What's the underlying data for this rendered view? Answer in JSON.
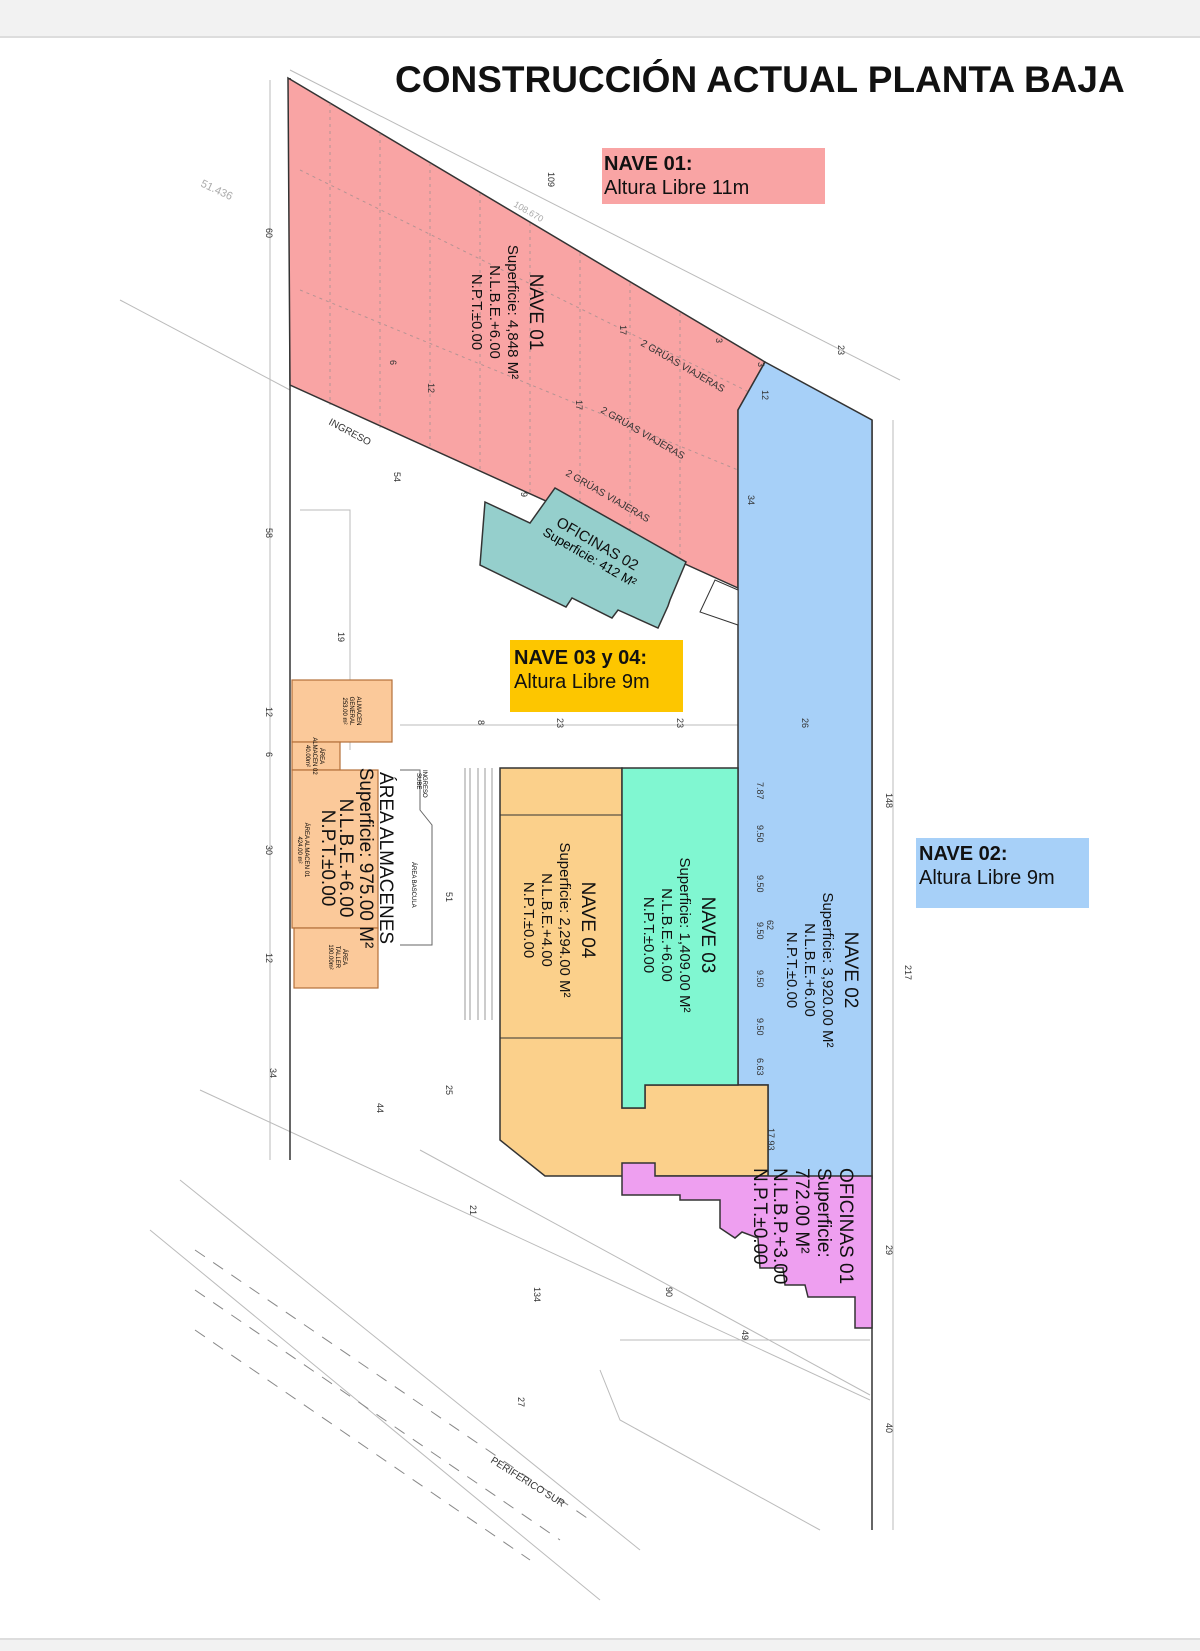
{
  "title": "CONSTRUCCIÓN ACTUAL PLANTA BAJA",
  "colors": {
    "nave01": "#f9a4a4",
    "nave02": "#a7d0f8",
    "oficinas02": "#95cfcc",
    "nave04": "#fbd08b",
    "nave03": "#80f7d1",
    "oficinas01": "#ee9ff0",
    "almacenes": "#fbc99a",
    "yellow_label": "#fdc600"
  },
  "legend": {
    "nave01": {
      "title": "NAVE 01:",
      "subtitle": "Altura Libre 11m"
    },
    "nave0304": {
      "title": "NAVE 03 y 04:",
      "subtitle": "Altura Libre 9m"
    },
    "nave02": {
      "title": "NAVE 02:",
      "subtitle": "Altura Libre 9m"
    }
  },
  "areas": {
    "nave01": {
      "name": "NAVE 01",
      "surface": "Superficie: 4,848 M²",
      "nlbe": "N.L.B.E.+6.00",
      "npt": "N.P.T.±0.00",
      "cranes": [
        "2 GRÚAS VIAJERAS",
        "2 GRÚAS VIAJERAS",
        "2 GRÚAS VIAJERAS"
      ]
    },
    "oficinas02": {
      "name": "OFICINAS 02",
      "surface": "Superficie: 412 M²"
    },
    "nave02": {
      "name": "NAVE 02",
      "surface": "Superficie: 3,920.00 M²",
      "nlbe": "N.L.B.E.+6.00",
      "npt": "N.P.T.±0.00"
    },
    "nave03": {
      "name": "NAVE 03",
      "surface": "Superficie: 1,409.00 M²",
      "nlbe": "N.L.B.E.+6.00",
      "npt": "N.P.T.±0.00"
    },
    "nave04": {
      "name": "NAVE 04",
      "surface": "Superficie: 2,294.00 M²",
      "nlbe": "N.L.B.E.+4.00",
      "npt": "N.P.T.±0.00"
    },
    "oficinas01": {
      "name": "OFICINAS 01",
      "surface": "Superficie:",
      "value": "772.00 M²",
      "nlbp": "N.L.B.P.+3.00",
      "npt": "N.P.T.±0.00"
    },
    "almacenes": {
      "name": "ÁREA ALMACENES",
      "surface": "Superficie: 975.00 M²",
      "nlbe": "N.L.B.E.+6.00",
      "npt": "N.P.T.±0.00",
      "almacen_general": [
        "ALMACEN",
        "GENERAL",
        "253.00 m²"
      ],
      "almacen02": [
        "ÁREA",
        "ALMACEN 02",
        "40.00m²"
      ],
      "almacen01": [
        "ÁREA ALMACEN 01",
        "424.00 m²"
      ],
      "taller": [
        "ÁREA",
        "TALLER",
        "190.00m²"
      ]
    }
  },
  "misc": {
    "ingreso": "INGRESO",
    "ingreso_sube": "INGRESO",
    "sube": "SUBE",
    "basc": "ÁREA BASCULA",
    "periferico": "PERIFERICO SUR"
  },
  "dims": [
    "51.436",
    "109",
    "108.670",
    "60",
    "23",
    "12",
    "54",
    "58",
    "19",
    "12",
    "6",
    "30",
    "12",
    "34",
    "44",
    "25",
    "21",
    "134",
    "27",
    "90",
    "49",
    "8",
    "23",
    "23",
    "26",
    "51",
    "148",
    "217",
    "29",
    "40",
    "34",
    "17",
    "17",
    "6",
    "12",
    "9",
    "3",
    "3",
    "7.87",
    "9.50",
    "9.50",
    "9.50",
    "9.50",
    "9.50",
    "6.63",
    "62",
    "17.93"
  ]
}
